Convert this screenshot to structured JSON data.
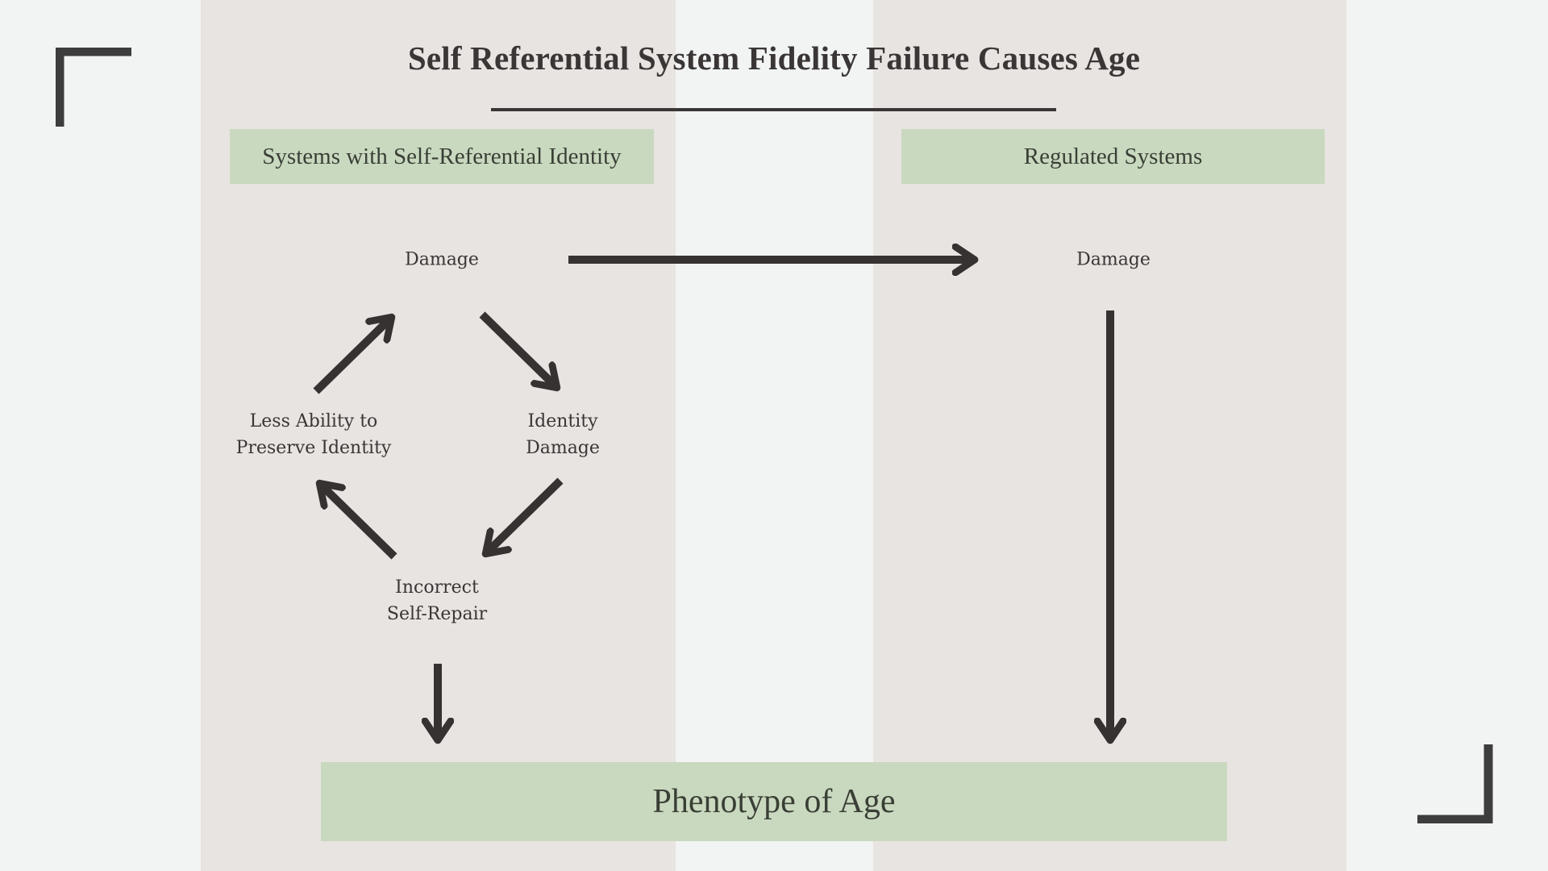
{
  "title": "Self Referential System Fidelity Failure Causes Age",
  "columns": {
    "left": {
      "heading": "Systems with Self-Referential Identity"
    },
    "right": {
      "heading": "Regulated Systems"
    }
  },
  "cycle_nodes": {
    "damage": "Damage",
    "identity_damage": [
      "Identity",
      "Damage"
    ],
    "incorrect_self_repair": [
      "Incorrect",
      "Self-Repair"
    ],
    "less_ability": [
      "Less Ability to",
      "Preserve Identity"
    ]
  },
  "right_node": {
    "damage": "Damage"
  },
  "outcome": "Phenotype of Age",
  "colors": {
    "background": "#f2f4f3",
    "panel": "#e8e4e1",
    "label_fill": "#c9d9bf",
    "ink": "#3a3636"
  },
  "icons": {
    "corner_top_left": "corner-bracket-icon",
    "corner_bottom_right": "corner-bracket-icon"
  }
}
